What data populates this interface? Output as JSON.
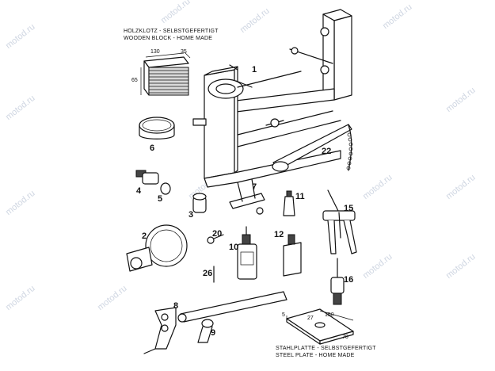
{
  "watermark": "motod.ru",
  "captions": {
    "wooden_block_de": "HOLZKLOTZ - SELBSTGEFERTIGT",
    "wooden_block_en": "WOODEN BLOCK - HOME MADE",
    "steel_plate_de": "STAHLPLATTE - SELBSTGEFERTIGT",
    "steel_plate_en": "STEEL PLATE - HOME MADE"
  },
  "dimensions": {
    "block_width": "130",
    "block_depth": "35",
    "block_height": "65",
    "plate_thickness": "5",
    "plate_hole": "27",
    "plate_length": "150",
    "plate_width": "70"
  },
  "part_numbers": {
    "p1": "1",
    "p2": "2",
    "p3": "3",
    "p4": "4",
    "p5": "5",
    "p6": "6",
    "p7": "7",
    "p8": "8",
    "p9": "9",
    "p10": "10",
    "p11": "11",
    "p12": "12",
    "p15": "15",
    "p16": "16",
    "p20": "20",
    "p22": "22",
    "p26": "26"
  }
}
